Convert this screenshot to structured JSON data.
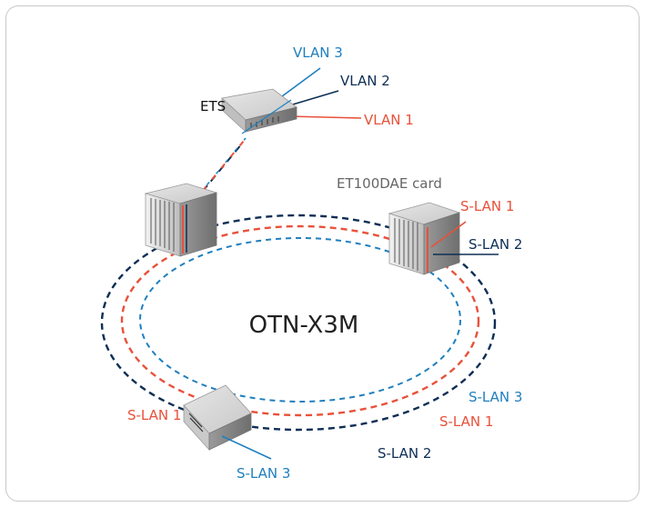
{
  "diagram": {
    "ring_label": "OTN-X3M",
    "ets_label": "ETS",
    "card_label": "ET100DAE card",
    "vlans": [
      {
        "name": "VLAN 3",
        "color": "#1f7fbf"
      },
      {
        "name": "VLAN 2",
        "color": "#0d2e55"
      },
      {
        "name": "VLAN 1",
        "color": "#e8513a"
      }
    ],
    "right_node_labels": [
      {
        "name": "S-LAN 1",
        "color": "#e8513a"
      },
      {
        "name": "S-LAN 2",
        "color": "#0d2e55"
      }
    ],
    "ring_labels": [
      {
        "name": "S-LAN 3",
        "color": "#1f7fbf"
      },
      {
        "name": "S-LAN 1",
        "color": "#e8513a"
      },
      {
        "name": "S-LAN 2",
        "color": "#0d2e55"
      }
    ],
    "bottom_node_labels": [
      {
        "name": "S-LAN 1",
        "color": "#e8513a"
      },
      {
        "name": "S-LAN 3",
        "color": "#1f7fbf"
      }
    ],
    "colors": {
      "dark": "#0d2e55",
      "red": "#e8513a",
      "blue": "#1f7fbf"
    }
  }
}
